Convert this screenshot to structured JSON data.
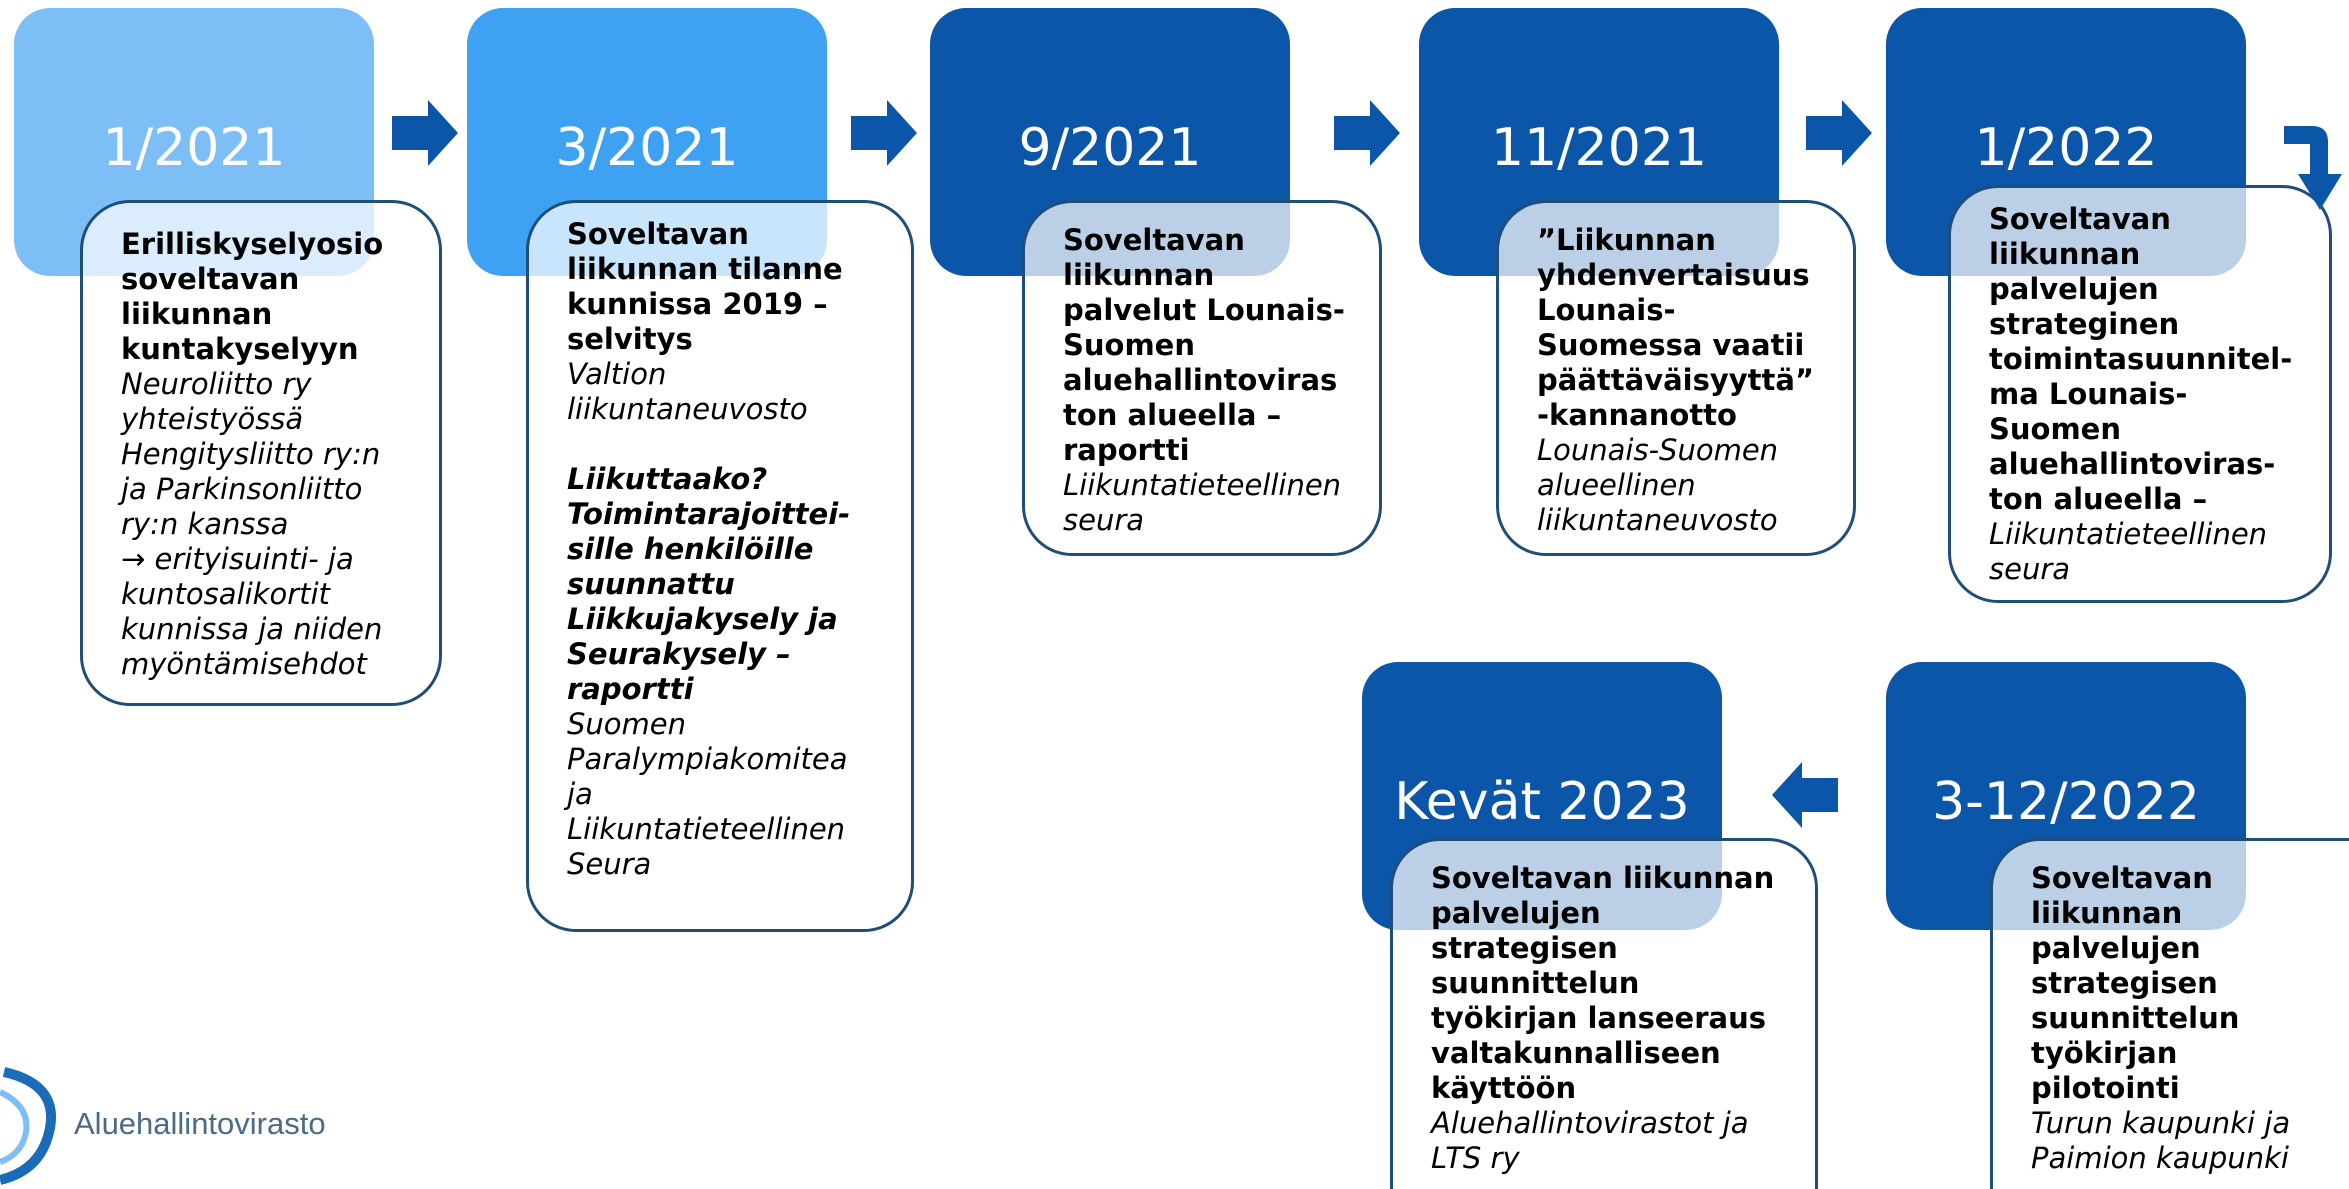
{
  "colors": {
    "light": "#7dbef7",
    "mid": "#3ea1f2",
    "dark": "#0b56a8",
    "card_border": "#1f4e79",
    "arrow": "#0b56a8"
  },
  "steps": [
    {
      "date": "1/2021",
      "title": "Erilliskyselyosio\nsoveltavan\nliikunnan\nkuntakyselyyn",
      "source": "Neuroliitto ry\nyhteistyössä\nHengitysliitto ry:n\nja Parkinsonliitto\nry:n kanssa\n→ erityisuinti- ja\nkuntosalikortit\nkunnissa ja niiden\nmyöntämisehdot"
    },
    {
      "date": "3/2021",
      "title": "Soveltavan\nliikunnan tilanne\nkunnissa 2019 –\nselvitys",
      "source": "Valtion\nliikuntaneuvosto",
      "title2": "Liikuttaako?\nToimintarajoittei-\nsille henkilöille\nsuunnattu\nLiikkujakysely ja\nSeurakysely –\nraportti",
      "source2": "Suomen\nParalympiakomitea\nja\nLiikuntatieteellinen\nSeura"
    },
    {
      "date": "9/2021",
      "title": "Soveltavan\nliikunnan\npalvelut Lounais-\nSuomen\naluehallintoviras\nton alueella –\nraportti",
      "source": "Liikuntatieteellinen\nseura"
    },
    {
      "date": "11/2021",
      "title": "”Liikunnan\nyhdenvertaisuus\nLounais-\nSuomessa vaatii\npäättäväisyyttä”\n-kannanotto",
      "source": "Lounais-Suomen\nalueellinen\nliikuntaneuvosto"
    },
    {
      "date": "1/2022",
      "title": "Soveltavan\nliikunnan\npalvelujen\nstrateginen\ntoimintasuunnitel-\nma Lounais-\nSuomen\naluehallintoviras-\nton alueella –",
      "source": "Liikuntatieteellinen\nseura"
    },
    {
      "date": "3-12/2022",
      "title": "Soveltavan\nliikunnan\npalvelujen\nstrategisen\nsuunnittelun\ntyökirjan\npilotointi",
      "source": "Turun kaupunki ja\nPaimion kaupunki"
    },
    {
      "date": "Kevät 2023",
      "title": "Soveltavan liikunnan\npalvelujen\nstrategisen\nsuunnittelun\ntyökirjan lanseeraus\nvaltakunnalliseen\nkäyttöön",
      "source": "Aluehallintovirastot ja\nLTS ry"
    }
  ],
  "logo": {
    "text": "Aluehallintovirasto"
  }
}
